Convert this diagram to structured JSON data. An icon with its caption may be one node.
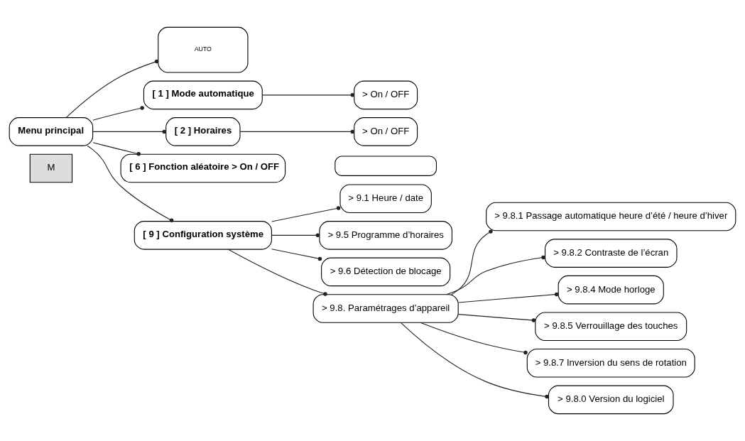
{
  "diagram": {
    "nodes": [
      {
        "text": [
          "M"
        ]
      },
      {
        "text": [
          "Menu principal"
        ]
      },
      {
        "text": [
          "AUTO"
        ]
      },
      {
        "text": [
          "[ 1 ] Mode automatique"
        ]
      },
      {
        "text": [
          "> On / OFF"
        ]
      },
      {
        "text": [
          "[ 2 ] Horaires"
        ]
      },
      {
        "text": [
          "> On / OFF"
        ]
      },
      {
        "text": [
          "[ 6 ] Fonction aléatoire > On / OFF"
        ]
      },
      {
        "text": [],
        "shape": "box"
      },
      {
        "text": [
          "[ 9 ] Configuration système"
        ]
      },
      {
        "text": [
          "> 9.1 Heure / date"
        ]
      },
      {
        "text": [
          "> 9.5 Programme d’horaires"
        ]
      },
      {
        "text": [
          "> 9.6 Détection de blocage"
        ]
      },
      {
        "text": [
          "> 9.8. Paramétrages d’appareil"
        ]
      },
      {
        "text": [
          "> 9.8.1 Passage automatique heure d’été / heure d’hiver"
        ]
      },
      {
        "text": [
          "> 9.8.2 Contraste de l’écran"
        ]
      },
      {
        "text": [
          "> 9.8.4 Mode horloge"
        ]
      },
      {
        "text": [
          "> 9.8.5 Verrouillage des touches"
        ]
      },
      {
        "text": [
          "> 9.8.7 Inversion du sens de rotation"
        ]
      },
      {
        "text": [
          "> 9.8.0 Version du logiciel"
        ]
      }
    ],
    "edges": [
      {
        "from": 1,
        "to": 2,
        "arrow": "other"
      },
      {
        "from": 1,
        "to": 3,
        "arrow": "other"
      },
      {
        "from": 1,
        "to": 5,
        "arrow": "other"
      },
      {
        "from": 1,
        "to": 7,
        "arrow": "other"
      },
      {
        "from": 1,
        "to": 9,
        "arrow": "other"
      },
      {
        "from": 3,
        "to": 4,
        "arrow": "other"
      },
      {
        "from": 5,
        "to": 6,
        "arrow": "other"
      },
      {
        "from": 9,
        "to": 10,
        "arrow": "other"
      },
      {
        "from": 9,
        "to": 11,
        "arrow": "other"
      },
      {
        "from": 9,
        "to": 12,
        "arrow": "other"
      },
      {
        "from": 9,
        "to": 13,
        "arrow": "other"
      },
      {
        "from": 13,
        "to": 14,
        "arrow": "other"
      },
      {
        "from": 13,
        "to": 15,
        "arrow": "other"
      },
      {
        "from": 13,
        "to": 16,
        "arrow": "other"
      },
      {
        "from": 13,
        "to": 17,
        "arrow": "other"
      },
      {
        "from": 13,
        "to": 18,
        "arrow": "other"
      },
      {
        "from": 13,
        "to": 19,
        "arrow": "other"
      }
    ]
  }
}
